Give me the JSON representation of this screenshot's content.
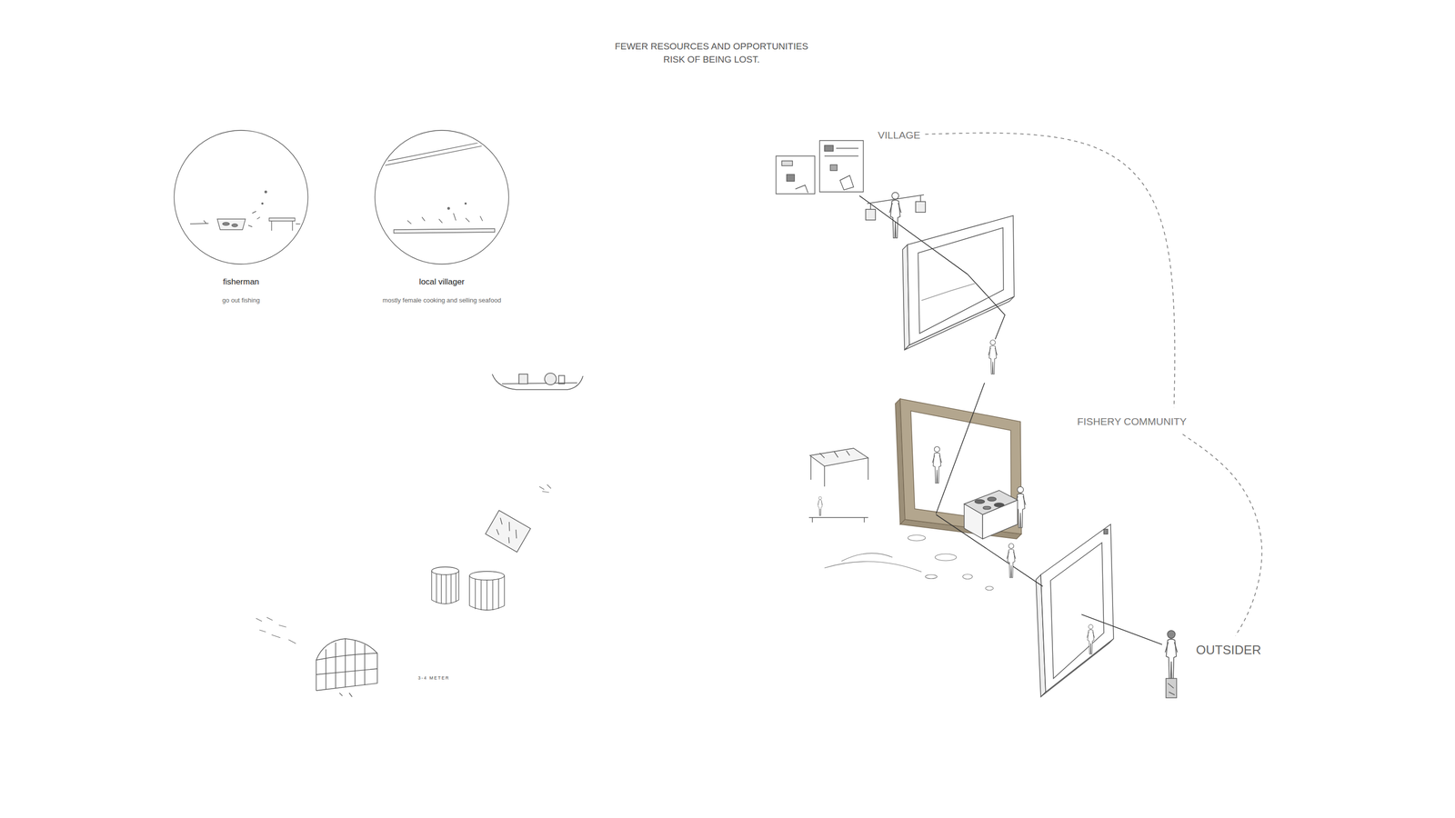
{
  "diagram": {
    "title": "FEWER RESOURCES AND OPPORTUNITIES RISK OF BEING LOST.",
    "nodes": [
      {
        "text": [
          "fisherman",
          "go out fishing"
        ]
      },
      {
        "text": [
          "local villager",
          "mostly female cooking and selling seafood"
        ]
      },
      {
        "text": [
          "VILLAGE"
        ]
      },
      {
        "text": [
          "FISHERY COMMUNITY"
        ]
      },
      {
        "text": [
          "OUTSIDER"
        ]
      }
    ],
    "edges": [
      {
        "from": 2,
        "to": 3,
        "arrow": "none"
      },
      {
        "from": 3,
        "to": 4,
        "arrow": "none"
      }
    ],
    "labels": [
      "3-4 METER"
    ]
  }
}
